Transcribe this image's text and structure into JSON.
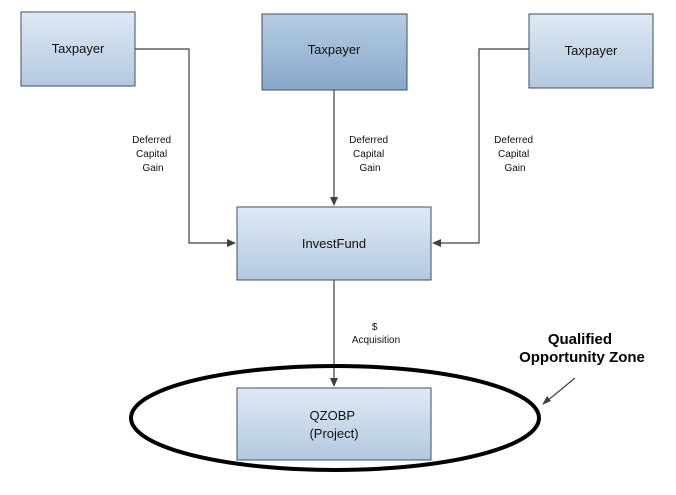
{
  "diagram": {
    "nodes": {
      "taxpayer_left": {
        "label": "Taxpayer"
      },
      "taxpayer_center": {
        "label": "Taxpayer"
      },
      "taxpayer_right": {
        "label": "Taxpayer"
      },
      "investfund": {
        "label": "InvestFund"
      },
      "qzobp": {
        "label_line1": "QZOBP",
        "label_line2": "(Project)"
      }
    },
    "edges": {
      "left_to_fund": {
        "line1": "Deferred",
        "line2": "Capital",
        "line3": "Gain"
      },
      "center_to_fund": {
        "line1": "Deferred",
        "line2": "Capital",
        "line3": "Gain"
      },
      "right_to_fund": {
        "line1": "Deferred",
        "line2": "Capital",
        "line3": "Gain"
      },
      "fund_to_qzobp": {
        "line1": "$",
        "line2": "Acquisition"
      }
    },
    "zone": {
      "line1": "Qualified",
      "line2": "Opportunity Zone"
    }
  },
  "colors": {
    "box_fill_light_top": "#dfe9f4",
    "box_fill_light_bottom": "#b3c9e0",
    "box_fill_dark_top": "#b6cde3",
    "box_fill_dark_bottom": "#88a8ca",
    "box_stroke": "#3d4f63",
    "edge": "#404040",
    "ellipse": "#000000"
  }
}
